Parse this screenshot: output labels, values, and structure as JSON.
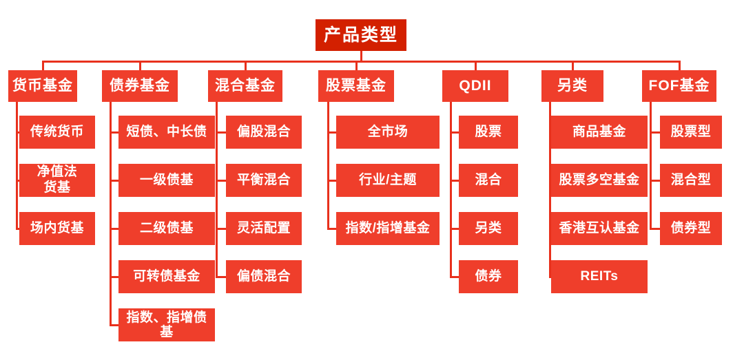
{
  "diagram": {
    "title": "产品类型",
    "colors": {
      "root_box": "#d32000",
      "node_box": "#ef3e2b",
      "connector": "#e8301c",
      "text": "#ffffff",
      "background": "#ffffff"
    },
    "columns": [
      {
        "parent": "货币基金",
        "children": [
          "传统货币",
          "净值法\n货基",
          "场内货基"
        ]
      },
      {
        "parent": "债券基金",
        "children": [
          "短债、中长债",
          "一级债基",
          "二级债基",
          "可转债基金",
          "指数、指增债基"
        ]
      },
      {
        "parent": "混合基金",
        "children": [
          "偏股混合",
          "平衡混合",
          "灵活配置",
          "偏债混合"
        ]
      },
      {
        "parent": "股票基金",
        "children": [
          "全市场",
          "行业/主题",
          "指数/指增基金"
        ]
      },
      {
        "parent": "QDII",
        "children": [
          "股票",
          "混合",
          "另类",
          "债券"
        ]
      },
      {
        "parent": "另类",
        "children": [
          "商品基金",
          "股票多空基金",
          "香港互认基金",
          "REITs"
        ]
      },
      {
        "parent": "FOF基金",
        "children": [
          "股票型",
          "混合型",
          "债券型"
        ]
      }
    ]
  }
}
